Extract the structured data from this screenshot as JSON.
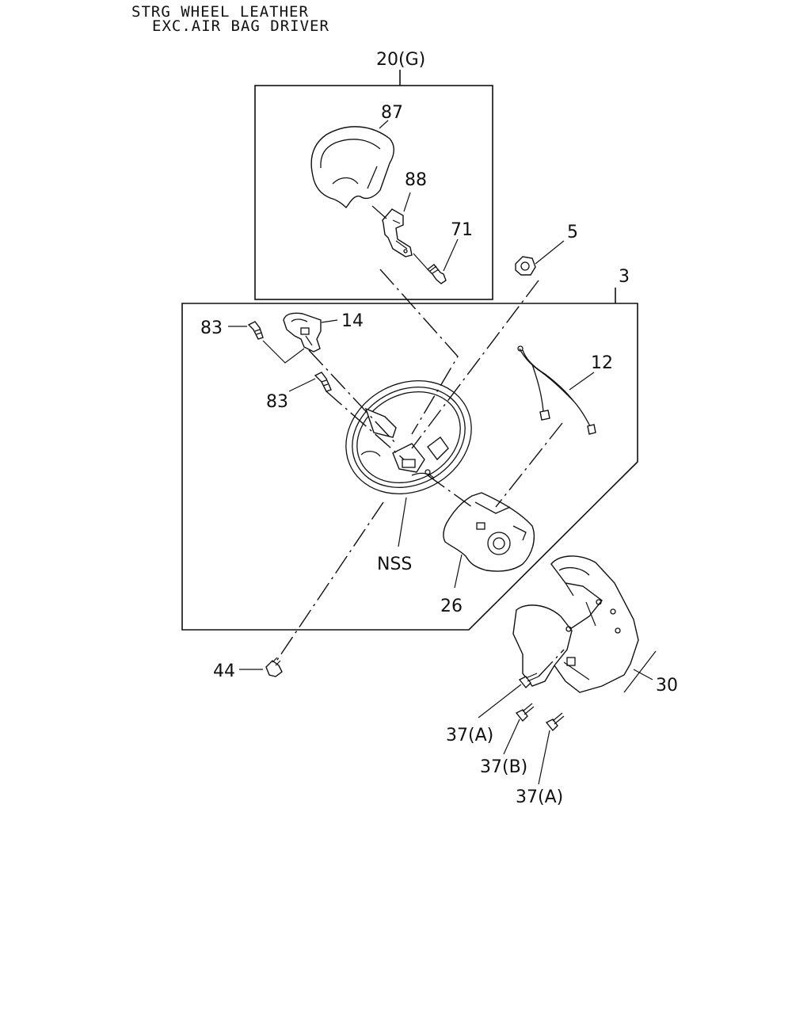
{
  "title": {
    "line1": "STRG WHEEL LEATHER",
    "line2": "EXC.AIR BAG DRIVER"
  },
  "labels": {
    "p20": "20(G)",
    "p87": "87",
    "p88": "88",
    "p71": "71",
    "p5": "5",
    "p3": "3",
    "p14": "14",
    "p83a": "83",
    "p83b": "83",
    "p12": "12",
    "nss": "NSS",
    "p26": "26",
    "p44": "44",
    "p30": "30",
    "p37a1": "37(A)",
    "p37b": "37(B)",
    "p37a2": "37(A)"
  }
}
